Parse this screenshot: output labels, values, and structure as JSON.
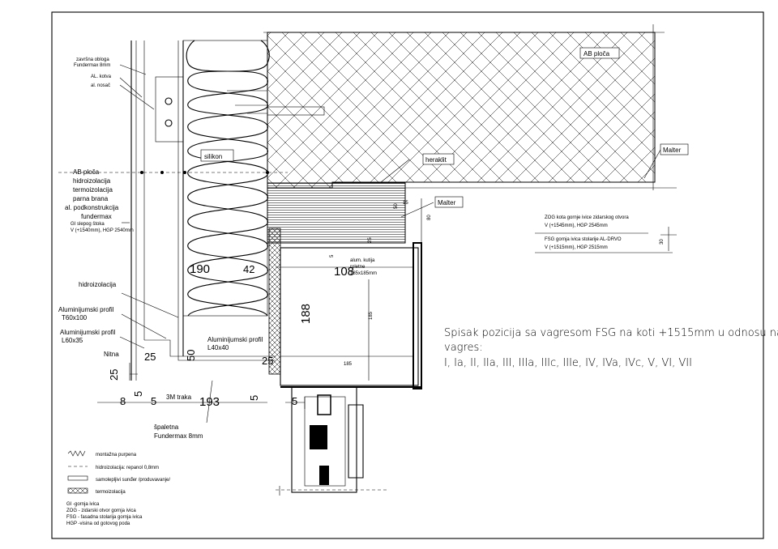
{
  "labels": {
    "ab_ploca_top": "AB ploča",
    "malter_right": "Malter",
    "heraklit": "heraklit",
    "malter_mid": "Malter",
    "silikon": "silikon",
    "zavrsna_obloga": "završna obloga",
    "fundermax_8mm": "Fundermax 8mm",
    "al_kotva": "AL. kotva",
    "al_nosac": "al. nosač",
    "ab_stack": [
      "AB ploča",
      "hidroizolacija",
      "termoizolacija",
      "parna brana",
      "al. podkonstrukcija",
      "fundermax"
    ],
    "gi_line1": "GI slepog štoka",
    "gi_line2": "V (+1540mm), HGP 2540mm",
    "zog_line1": "ZOG kota gornje ivice zidarskog otvora",
    "zog_line2": "V (+1545mm), HGP 2545mm",
    "fsg_line1": "FSG gornja ivica stolarije AL-DRVO",
    "fsg_line2": "V (+1515mm), HGP 2515mm",
    "hidroizolacija": "hidroizolacija",
    "alu_t60_1": "Aluminijumski profil",
    "alu_t60_2": "T60x100",
    "alu_l60_1": "Aluminijumski profil",
    "alu_l60_2": "L60x35",
    "alu_l40_1": "Aluminijumski profil",
    "alu_l40_2": "L40x40",
    "nitna": "Nitna",
    "traka_3m": "3M traka",
    "spaletna_1": "špaletna",
    "spaletna_2": "Fundermax 8mm",
    "alum_kutija_1": "alum. kutija",
    "alum_kutija_2": "roletne",
    "alum_kutija_3": "185x185mm"
  },
  "dimensions": {
    "d190": "190",
    "d42": "42",
    "d108": "108",
    "d188": "188",
    "d185_v": "185",
    "d185_h": "185",
    "d15": "15",
    "d80": "80",
    "d25_box": "25",
    "d5_box": "5",
    "d30": "30",
    "d50_small": "50",
    "d25_a": "25",
    "d25_b": "25",
    "d25_c": "25",
    "d50": "50",
    "d5_a": "5",
    "d5_b": "5",
    "d5_c": "5",
    "d5_d": "5",
    "d8": "8",
    "d193": "193"
  },
  "spisak": {
    "line1": "Spisak pozicija sa vagresom FSG na koti +1515mm u odnosu na",
    "line2": "vagres:",
    "line3": "I, Ia, II, IIa, III, IIIa, IIIc, IIIe, IV, IVa, IVc, V, VI, VII"
  },
  "legend": {
    "montazna": "montažna purpena",
    "hidroizolacija": "hidroizolacija: repanol 0,8mm",
    "samolepljivi": "samolepljivi sunđer /produvavanje/",
    "termoizolacija": "termoizolacija",
    "abbr": [
      "GI -gornja ivica",
      "ZOG - zidarski otvor gornja ivica",
      "FSG - fasadna stolarija gornja ivica",
      "HGP -visina od gotovog poda"
    ]
  }
}
